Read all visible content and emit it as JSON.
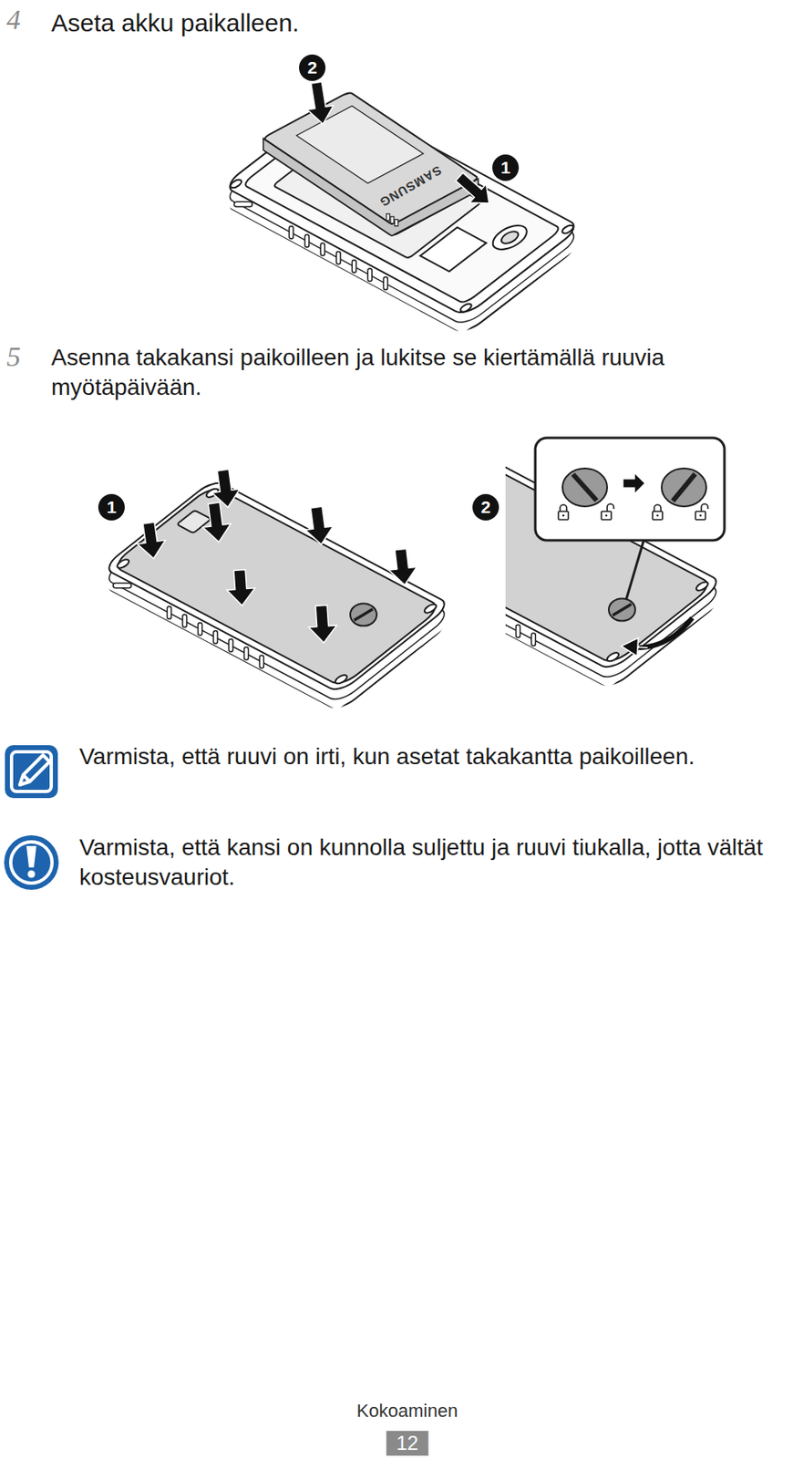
{
  "diagram": {
    "labels": [
      "4",
      "Aseta akku paikalleen.",
      "2",
      "1",
      "SAMSUNG",
      "5",
      "Asenna takakansi paikoilleen ja lukitse se kiertämällä ruuvia myötäpäivään.",
      "1",
      "2",
      "Varmista, että ruuvi on irti, kun asetat takakantta paikoilleen.",
      "Varmista, että kansi on kunnolla suljettu ja ruuvi tiukalla, jotta vältät kosteusvauriot.",
      "Kokoaminen",
      "12"
    ]
  }
}
